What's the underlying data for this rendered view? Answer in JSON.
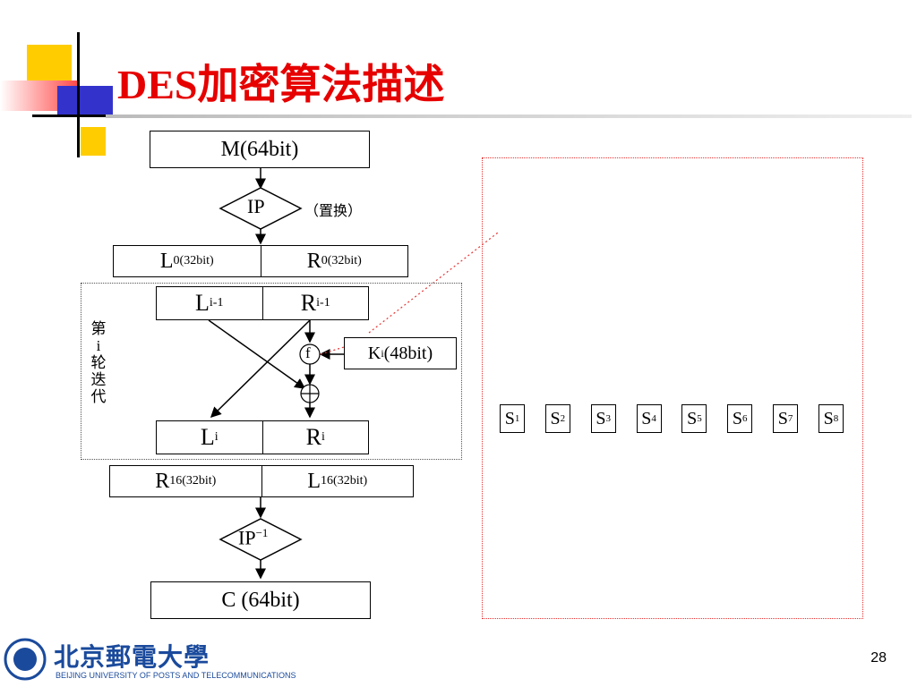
{
  "title": "DES加密算法描述",
  "left_flow": {
    "input": "M(64bit)",
    "ip": "IP",
    "ip_note": "（置换）",
    "l0": "0(32bit)",
    "r0": "0(32bit)",
    "round_label": [
      "第",
      "i",
      "轮",
      "迭",
      "代"
    ],
    "li1_sub": "i-1",
    "ri1_sub": "i-1",
    "f": "f",
    "ki_sub": "i",
    "ki_rest": "(48bit)",
    "li_sub": "i",
    "ri_sub": "i",
    "r16": "16(32bit)",
    "l16": "16(32bit)",
    "ip_inv_sup": "−1",
    "output": "C (64bit)"
  },
  "right_flow": {
    "s_boxes": [
      "1",
      "2",
      "3",
      "4",
      "5",
      "6",
      "7",
      "8"
    ]
  },
  "footer": {
    "univ_cn": "北京郵電大學",
    "univ_en": "BEIJING UNIVERSITY OF POSTS AND TELECOMMUNICATIONS",
    "page": "28"
  }
}
